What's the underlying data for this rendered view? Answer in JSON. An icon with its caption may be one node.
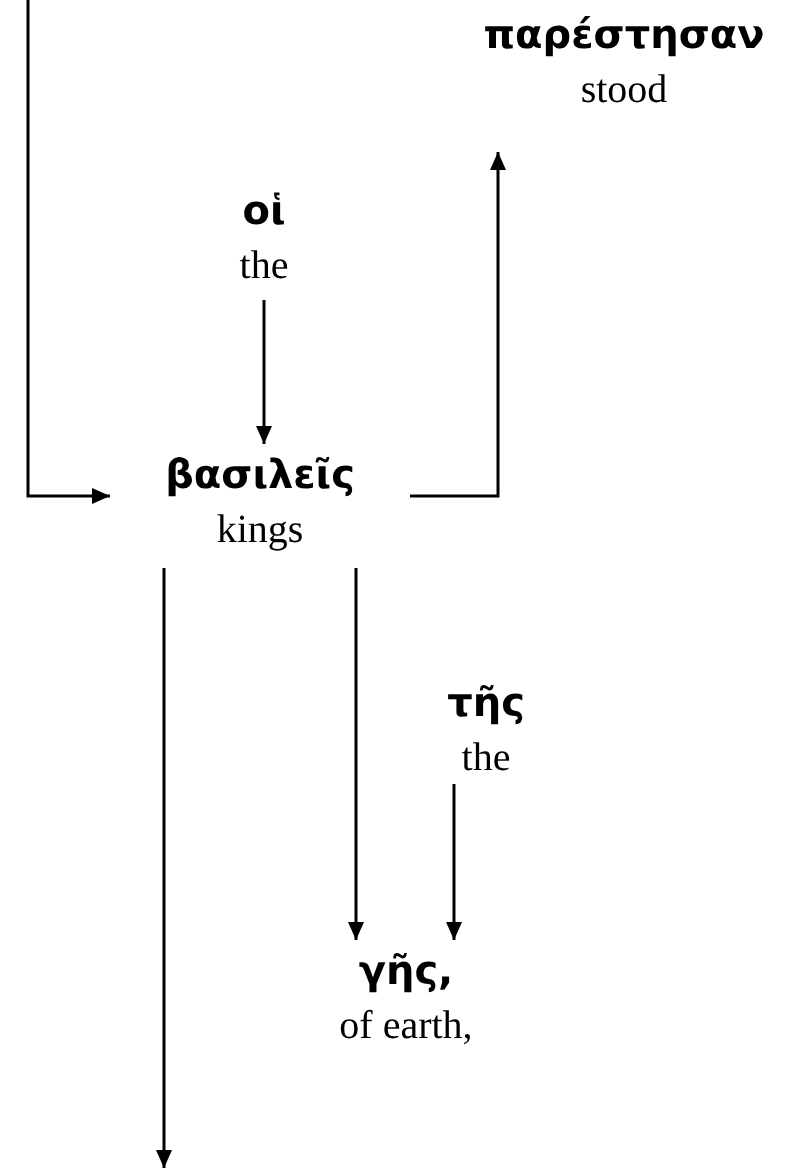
{
  "diagram": {
    "nodes": [
      {
        "text": [
          "παρέστησαν",
          "stood"
        ]
      },
      {
        "text": [
          "οἱ",
          "the"
        ]
      },
      {
        "text": [
          "βασιλεῖς",
          "kings"
        ]
      },
      {
        "text": [
          "τῆς",
          "the"
        ]
      },
      {
        "text": [
          "γῆς,",
          "of earth,"
        ]
      }
    ],
    "edges": [
      {
        "from": null,
        "to": 2,
        "arrow": "to"
      },
      {
        "from": 1,
        "to": 2,
        "arrow": "to"
      },
      {
        "from": 2,
        "to": 0,
        "arrow": "to"
      },
      {
        "from": 2,
        "to": 4,
        "arrow": "to"
      },
      {
        "from": 3,
        "to": 4,
        "arrow": "to"
      },
      {
        "from": 2,
        "to": null,
        "arrow": "to"
      }
    ]
  }
}
